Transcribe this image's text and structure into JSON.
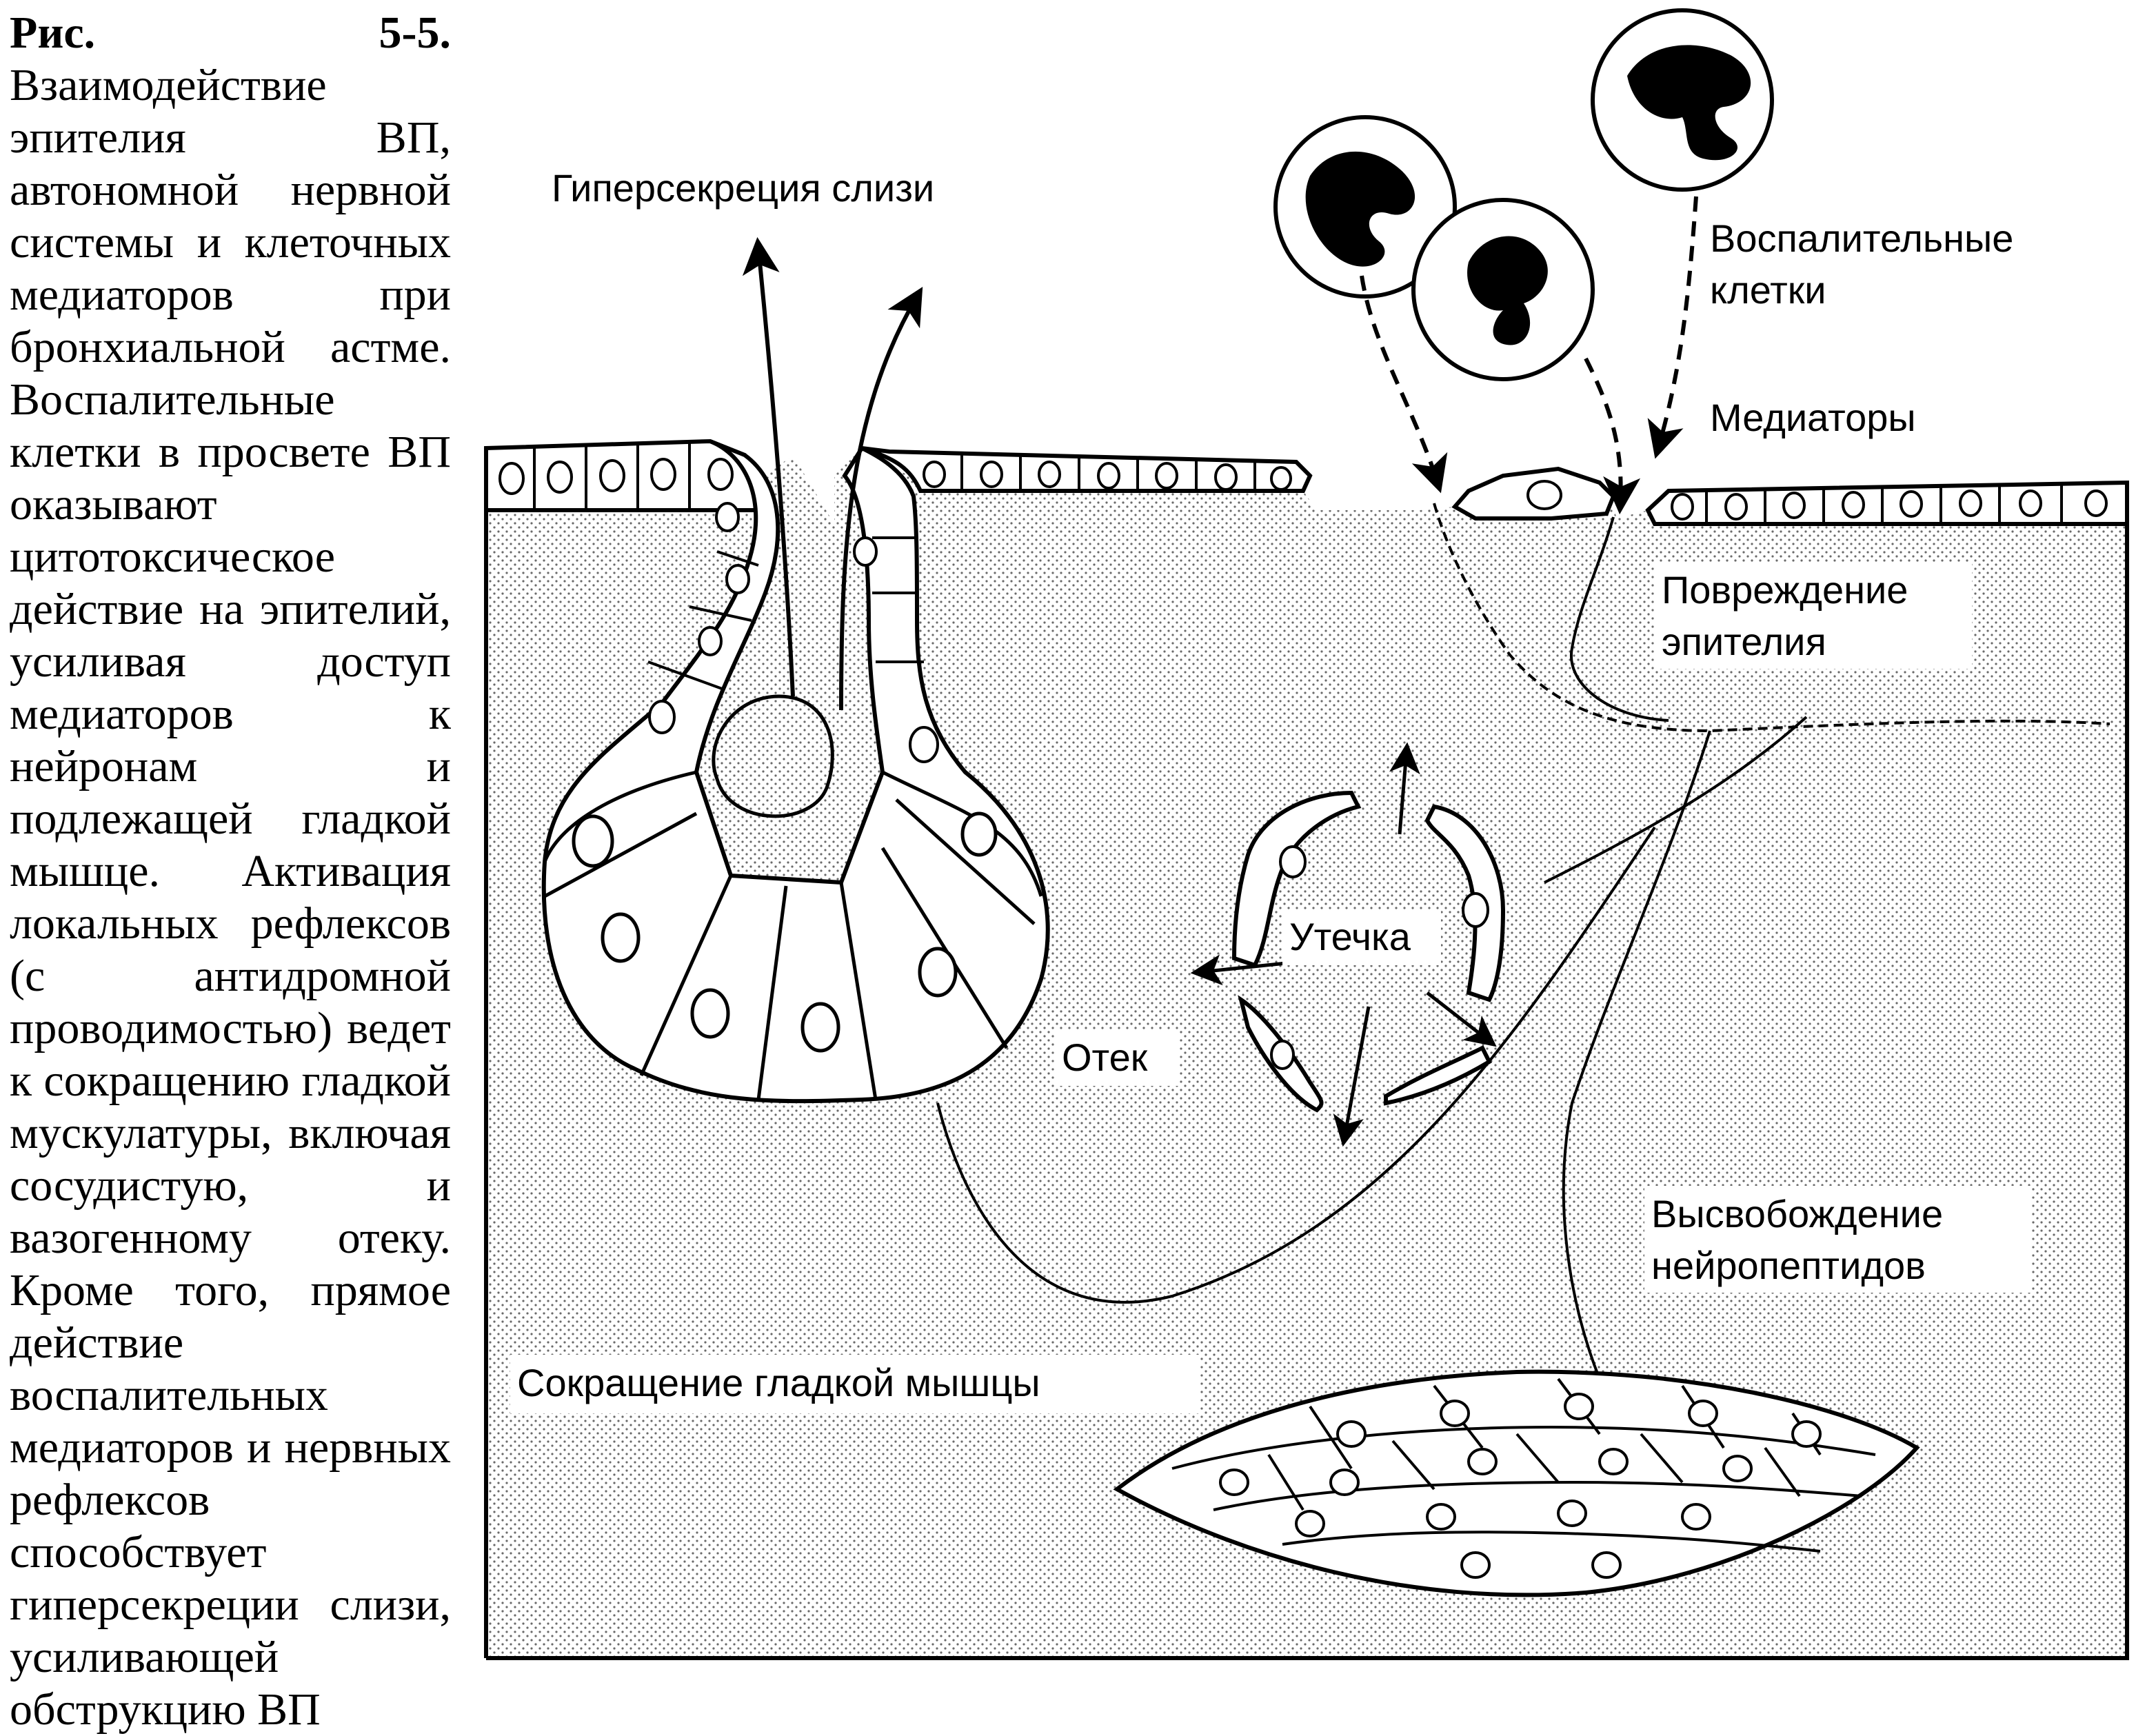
{
  "caption": {
    "figure_label": "Рис. 5-5.",
    "text": "Взаимодействие эпителия ВП, автономной нервной системы и клеточных медиаторов при бронхиальной астме. Воспалительные клетки в просвете ВП оказывают цитотоксическое действие на эпителий, усиливая доступ медиаторов к нейронам и подлежащей гладкой мышце. Активация локальных рефлексов (с антидромной проводимостью) ведет к сокращению гладкой мускулатуры, включая сосудистую, и вазогенному отеку. Кроме того, прямое действие воспалительных медиаторов и нервных рефлексов способствует гиперсекреции слизи, усиливающей обструкцию ВП"
  },
  "labels": {
    "mucus": "Гиперсекреция слизи",
    "inflammatory_line1": "Воспалительные",
    "inflammatory_line2": "клетки",
    "mediators": "Медиаторы",
    "damage_line1": "Повреждение",
    "damage_line2": "эпителия",
    "leak": "Утечка",
    "edema": "Отек",
    "release_line1": "Высвобождение",
    "release_line2": "нейропептидов",
    "smooth_muscle": "Сокращение гладкой мышцы"
  }
}
